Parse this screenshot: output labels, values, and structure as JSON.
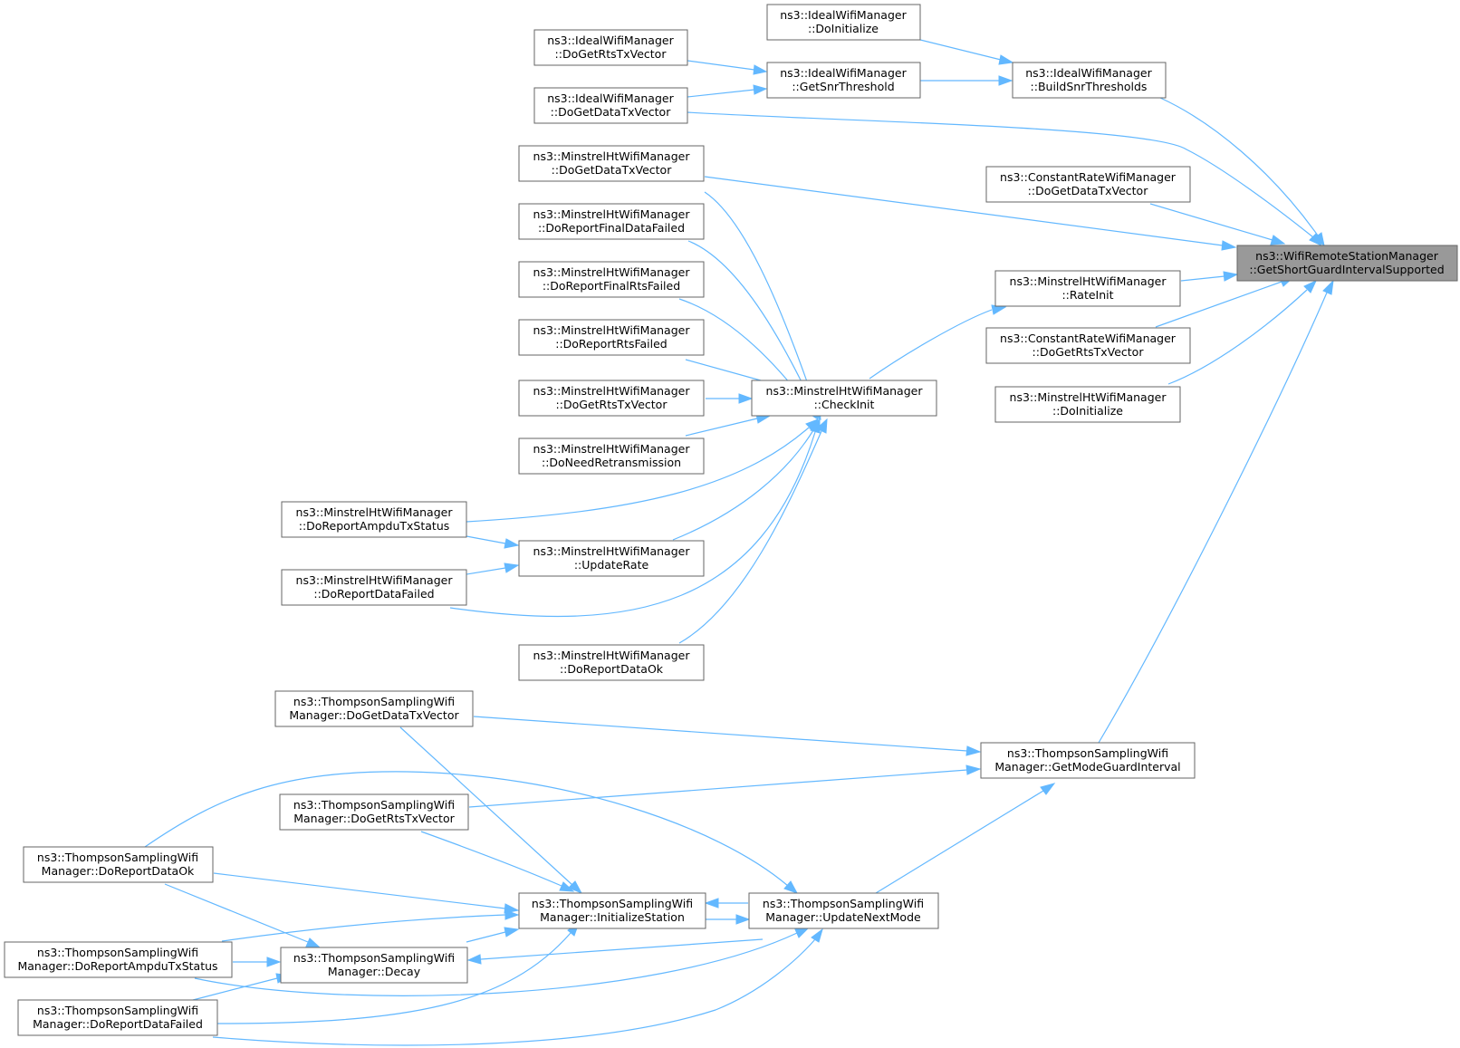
{
  "colors": {
    "edge": "#63b8ff",
    "node_border": "#666666",
    "focus_fill": "#999999"
  },
  "nodes": {
    "focus": {
      "line1": "ns3::WifiRemoteStationManager",
      "line2": "::GetShortGuardIntervalSupported"
    },
    "ideal_doinit": {
      "line1": "ns3::IdealWifiManager",
      "line2": "::DoInitialize"
    },
    "ideal_rts": {
      "line1": "ns3::IdealWifiManager",
      "line2": "::DoGetRtsTxVector"
    },
    "ideal_snr": {
      "line1": "ns3::IdealWifiManager",
      "line2": "::GetSnrThreshold"
    },
    "ideal_build": {
      "line1": "ns3::IdealWifiManager",
      "line2": "::BuildSnrThresholds"
    },
    "ideal_data": {
      "line1": "ns3::IdealWifiManager",
      "line2": "::DoGetDataTxVector"
    },
    "mht_data": {
      "line1": "ns3::MinstrelHtWifiManager",
      "line2": "::DoGetDataTxVector"
    },
    "const_data": {
      "line1": "ns3::ConstantRateWifiManager",
      "line2": "::DoGetDataTxVector"
    },
    "mht_finaldata": {
      "line1": "ns3::MinstrelHtWifiManager",
      "line2": "::DoReportFinalDataFailed"
    },
    "mht_finalrts": {
      "line1": "ns3::MinstrelHtWifiManager",
      "line2": "::DoReportFinalRtsFailed"
    },
    "mht_rateinit": {
      "line1": "ns3::MinstrelHtWifiManager",
      "line2": "::RateInit"
    },
    "const_rts": {
      "line1": "ns3::ConstantRateWifiManager",
      "line2": "::DoGetRtsTxVector"
    },
    "mht_rtsfailed": {
      "line1": "ns3::MinstrelHtWifiManager",
      "line2": "::DoReportRtsFailed"
    },
    "mht_checkinit": {
      "line1": "ns3::MinstrelHtWifiManager",
      "line2": "::CheckInit"
    },
    "mht_doinit": {
      "line1": "ns3::MinstrelHtWifiManager",
      "line2": "::DoInitialize"
    },
    "mht_rts": {
      "line1": "ns3::MinstrelHtWifiManager",
      "line2": "::DoGetRtsTxVector"
    },
    "mht_needretx": {
      "line1": "ns3::MinstrelHtWifiManager",
      "line2": "::DoNeedRetransmission"
    },
    "mht_ampdu": {
      "line1": "ns3::MinstrelHtWifiManager",
      "line2": "::DoReportAmpduTxStatus"
    },
    "mht_update": {
      "line1": "ns3::MinstrelHtWifiManager",
      "line2": "::UpdateRate"
    },
    "mht_datafailed": {
      "line1": "ns3::MinstrelHtWifiManager",
      "line2": "::DoReportDataFailed"
    },
    "mht_dataok": {
      "line1": "ns3::MinstrelHtWifiManager",
      "line2": "::DoReportDataOk"
    },
    "ts_data": {
      "line1": "ns3::ThompsonSamplingWifi",
      "line2": "Manager::DoGetDataTxVector"
    },
    "ts_modegi": {
      "line1": "ns3::ThompsonSamplingWifi",
      "line2": "Manager::GetModeGuardInterval"
    },
    "ts_rts": {
      "line1": "ns3::ThompsonSamplingWifi",
      "line2": "Manager::DoGetRtsTxVector"
    },
    "ts_dataok": {
      "line1": "ns3::ThompsonSamplingWifi",
      "line2": "Manager::DoReportDataOk"
    },
    "ts_initst": {
      "line1": "ns3::ThompsonSamplingWifi",
      "line2": "Manager::InitializeStation"
    },
    "ts_nextmode": {
      "line1": "ns3::ThompsonSamplingWifi",
      "line2": "Manager::UpdateNextMode"
    },
    "ts_ampdu": {
      "line1": "ns3::ThompsonSamplingWifi",
      "line2": "Manager::DoReportAmpduTxStatus"
    },
    "ts_decay": {
      "line1": "ns3::ThompsonSamplingWifi",
      "line2": "Manager::Decay"
    },
    "ts_datafailed": {
      "line1": "ns3::ThompsonSamplingWifi",
      "line2": "Manager::DoReportDataFailed"
    }
  }
}
